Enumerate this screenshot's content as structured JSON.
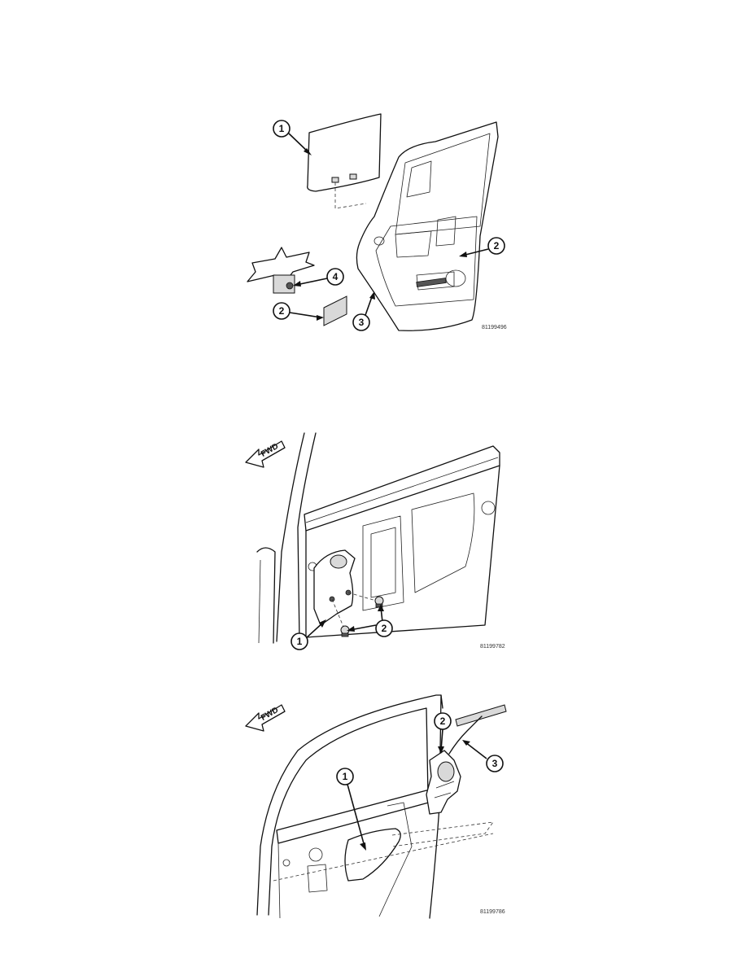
{
  "figures": [
    {
      "reference_id": "81199496",
      "callouts": [
        {
          "label": "1"
        },
        {
          "label": "2"
        },
        {
          "label": "4"
        },
        {
          "label": "2"
        },
        {
          "label": "3"
        }
      ]
    },
    {
      "reference_id": "81199782",
      "fwd_label": "FWD",
      "callouts": [
        {
          "label": "1"
        },
        {
          "label": "2"
        }
      ]
    },
    {
      "reference_id": "81199786",
      "fwd_label": "FWD",
      "callouts": [
        {
          "label": "1"
        },
        {
          "label": "2"
        },
        {
          "label": "3"
        }
      ]
    }
  ]
}
